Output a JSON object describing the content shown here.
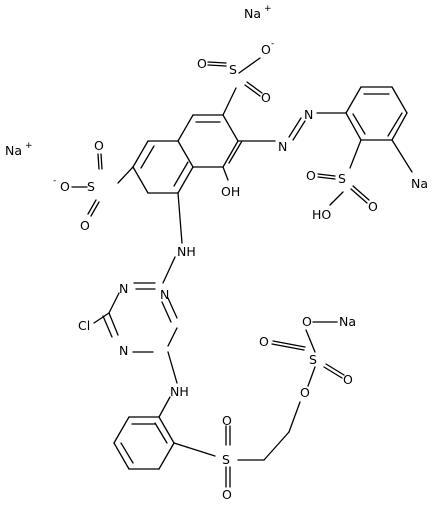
{
  "molecule": {
    "atoms": {
      "na_top": "Na",
      "na_top_charge": "+",
      "na_left": "Na",
      "na_left_charge": "+",
      "o_sulf1_top": "O",
      "o_sulf1_top_charge": "-",
      "o_sulf1_a": "O",
      "o_sulf1_b": "O",
      "s_sulf1": "S",
      "n_azo1": "N",
      "n_azo2": "N",
      "na_ring": "Na",
      "s_sulf3": "S",
      "o_sulf3_a": "O",
      "o_sulf3_b": "O",
      "oh_sulf3": "HO",
      "oh_naph": "OH",
      "s_sulf2": "S",
      "o_sulf2_a": "O",
      "o_sulf2_b": "O",
      "o_sulf2_neg": "O",
      "o_sulf2_neg_charge": "-",
      "nh_top": "NH",
      "n_tri_1": "N",
      "n_tri_2": "N",
      "n_tri_3": "N",
      "cl": "Cl",
      "nh_bottom": "NH",
      "o_na_link": "O",
      "na_bottom": "Na",
      "o_sulfate_1": "O",
      "s_sulfate": "S",
      "o_sulfate_2": "O",
      "o_sulfate_ester": "O",
      "o_sulfonyl_top": "O",
      "s_sulfonyl": "S",
      "o_sulfonyl_bottom": "O"
    }
  }
}
